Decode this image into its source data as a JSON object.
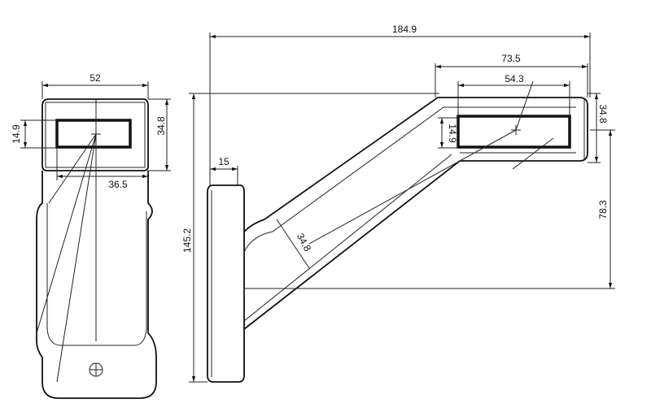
{
  "front_view": {
    "width": "52",
    "lens_height": "14.9",
    "cap_height": "34.8",
    "lens_offset": "36.5"
  },
  "side_view": {
    "overall_length": "184.9",
    "head_length": "73.5",
    "lens_length": "54.3",
    "lens_height": "14.9",
    "head_height": "34.8",
    "head_drop": "78.3",
    "base_thickness": "15",
    "overall_height": "145.2",
    "arm_width": "34.8"
  }
}
